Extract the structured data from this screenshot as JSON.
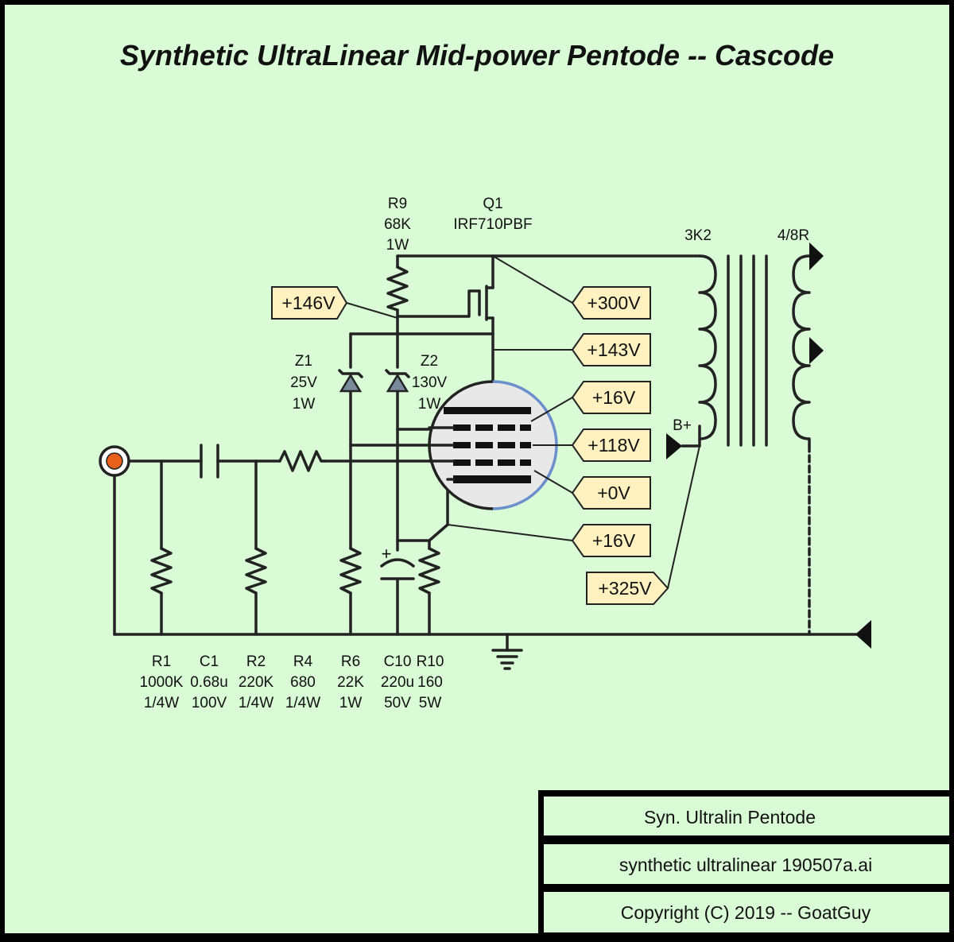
{
  "title": "Synthetic UltraLinear Mid-power Pentode -- Cascode",
  "colors": {
    "background": "#d9fbd6",
    "tag_fill": "#fff2c0",
    "input_jack": "#e8601c",
    "tube_envelope": "#6a8fcc",
    "wire": "#222222",
    "frame": "#000000"
  },
  "components": {
    "R9": {
      "ref": "R9",
      "value": "68K",
      "rating": "1W"
    },
    "Q1": {
      "ref": "Q1",
      "part": "IRF710PBF"
    },
    "Z1": {
      "ref": "Z1",
      "value": "25V",
      "rating": "1W"
    },
    "Z2": {
      "ref": "Z2",
      "value": "130V",
      "rating": "1W"
    },
    "T1": {
      "primary": "3K2",
      "secondary": "4/8R",
      "bplus": "B+"
    },
    "R1": {
      "ref": "R1",
      "value": "1000K",
      "rating": "1/4W"
    },
    "C1": {
      "ref": "C1",
      "value": "0.68u",
      "rating": "100V"
    },
    "R2": {
      "ref": "R2",
      "value": "220K",
      "rating": "1/4W"
    },
    "R4": {
      "ref": "R4",
      "value": "680",
      "rating": "1/4W"
    },
    "R6": {
      "ref": "R6",
      "value": "22K",
      "rating": "1W"
    },
    "C10": {
      "ref": "C10",
      "value": "220u",
      "rating": "50V"
    },
    "R10": {
      "ref": "R10",
      "value": "160",
      "rating": "5W"
    },
    "cap_polarity": "+"
  },
  "voltage_tags": {
    "v146": "+146V",
    "v300": "+300V",
    "v143": "+143V",
    "v16a": "+16V",
    "v118": "+118V",
    "v0": "+0V",
    "v16b": "+16V",
    "v325": "+325V"
  },
  "title_block": {
    "name": "Syn. Ultralin Pentode",
    "file": "synthetic ultralinear 190507a.ai",
    "copyright": "Copyright (C) 2019 -- GoatGuy"
  }
}
